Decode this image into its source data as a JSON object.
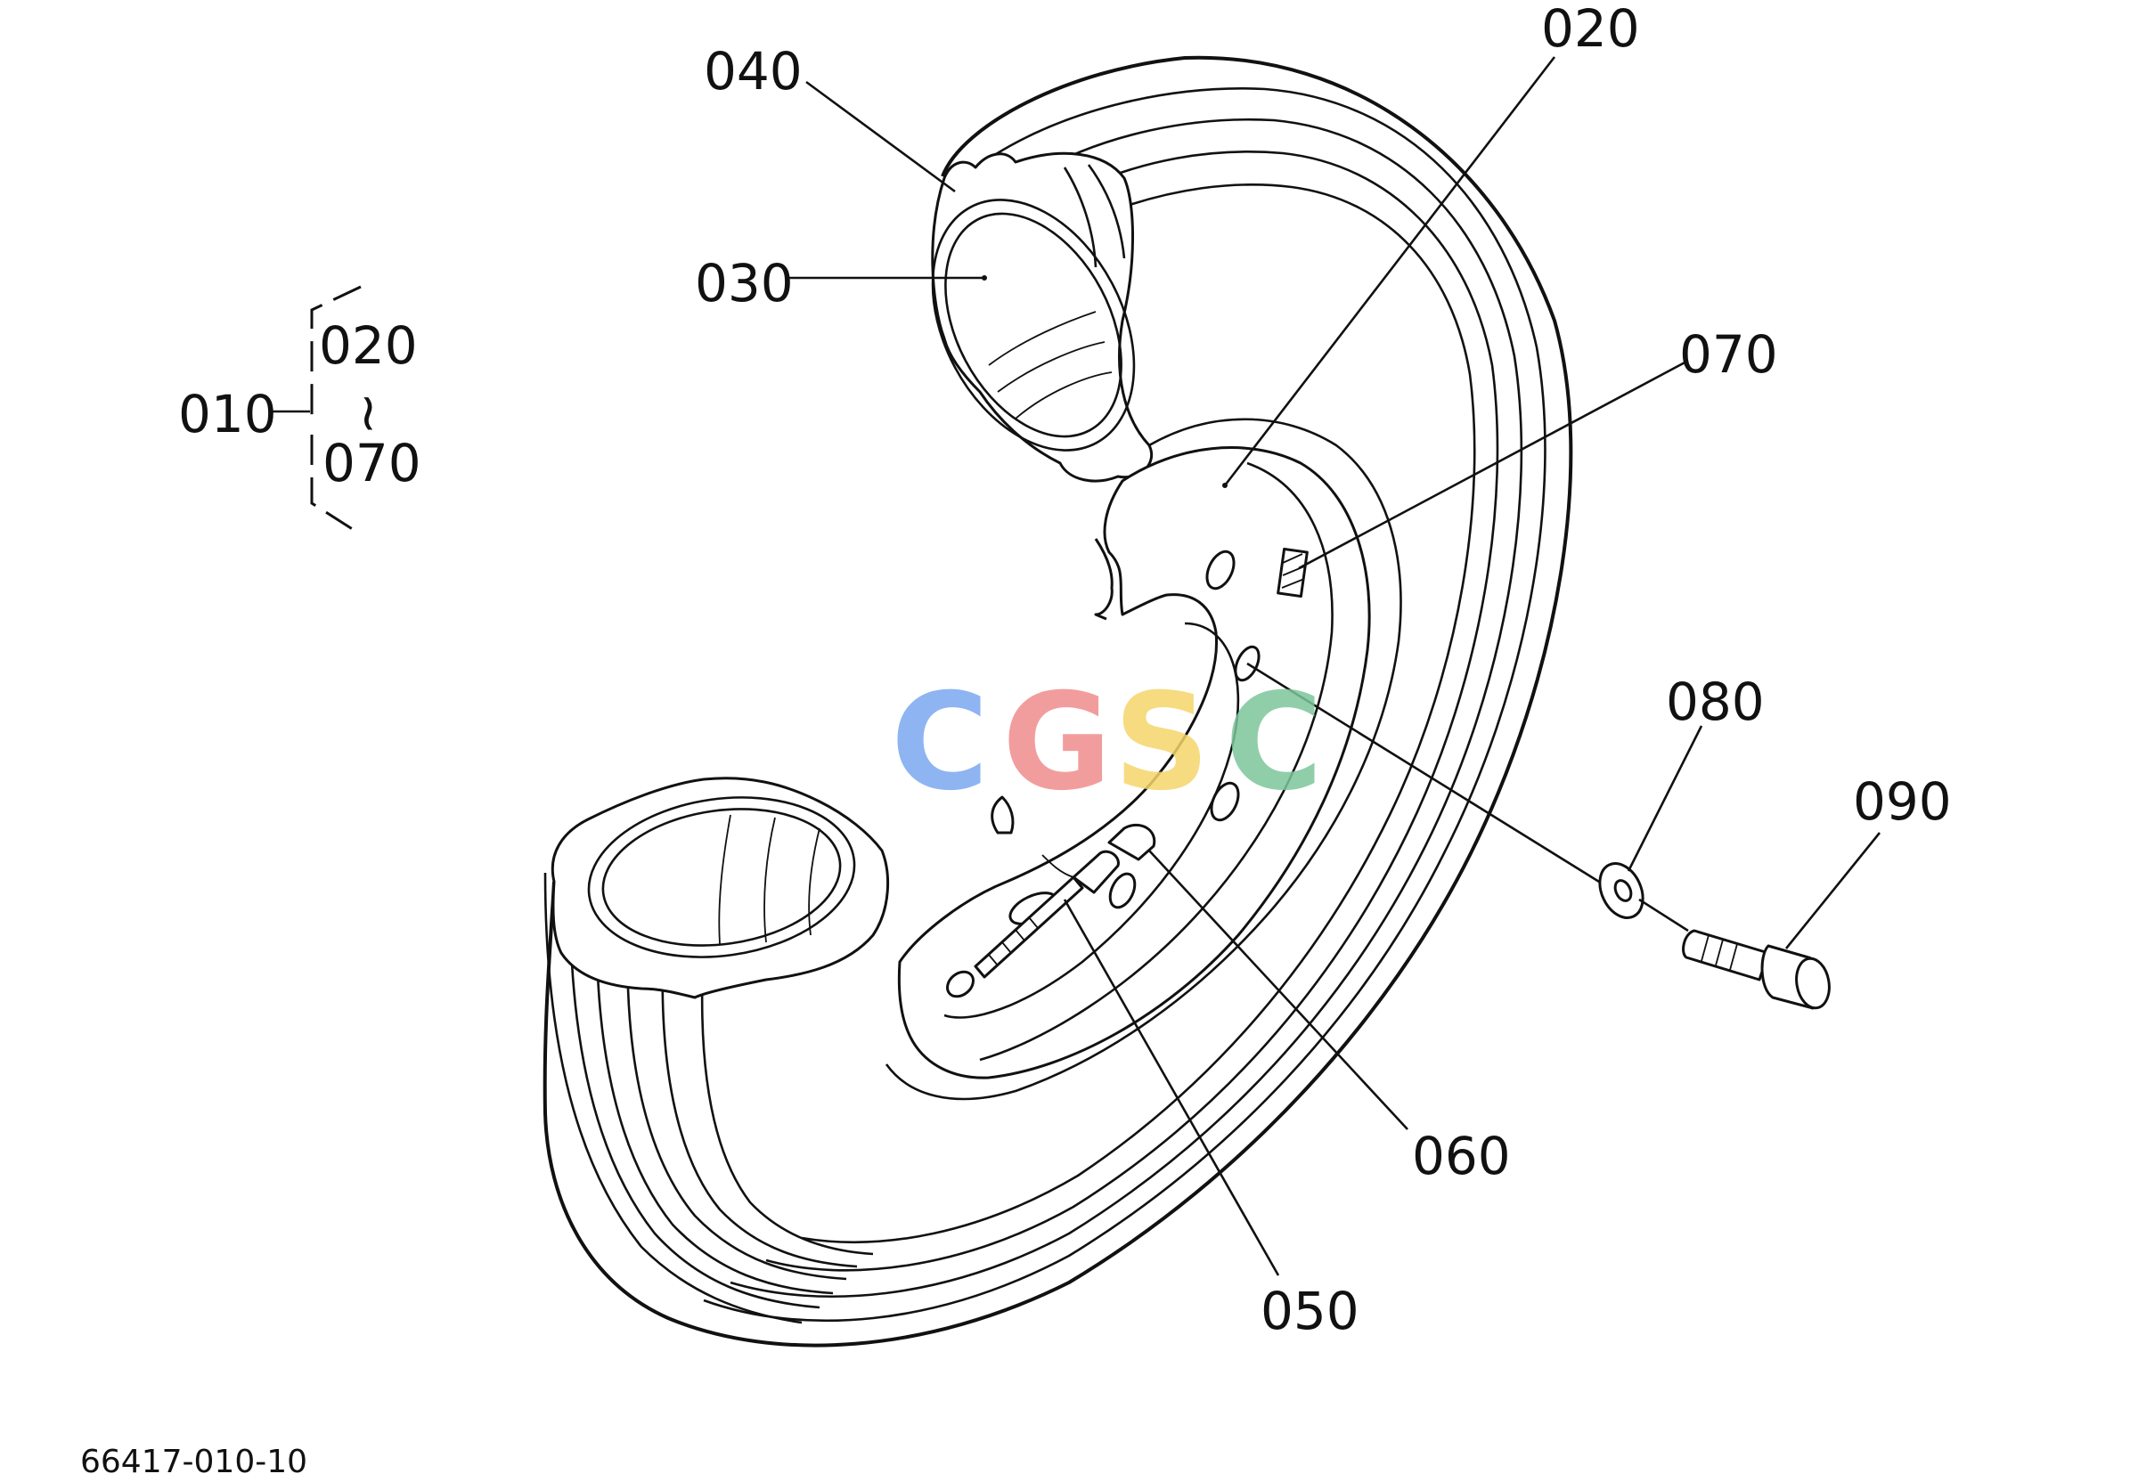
{
  "drawing": {
    "drawing_code": "66417-010-10",
    "watermark": {
      "letters": [
        "C",
        "G",
        "S",
        "C"
      ],
      "colors": [
        "#7aa7f0",
        "#f08c8c",
        "#f4d56a",
        "#7cc59a"
      ]
    }
  },
  "callouts": {
    "c010": "010",
    "c020": "020",
    "c030": "030",
    "c040": "040",
    "c050": "050",
    "c060": "060",
    "c070": "070",
    "c080": "080",
    "c090": "090"
  },
  "assembly": {
    "parent": "010",
    "range_start": "020",
    "range_tilde": "~",
    "range_end": "070"
  }
}
